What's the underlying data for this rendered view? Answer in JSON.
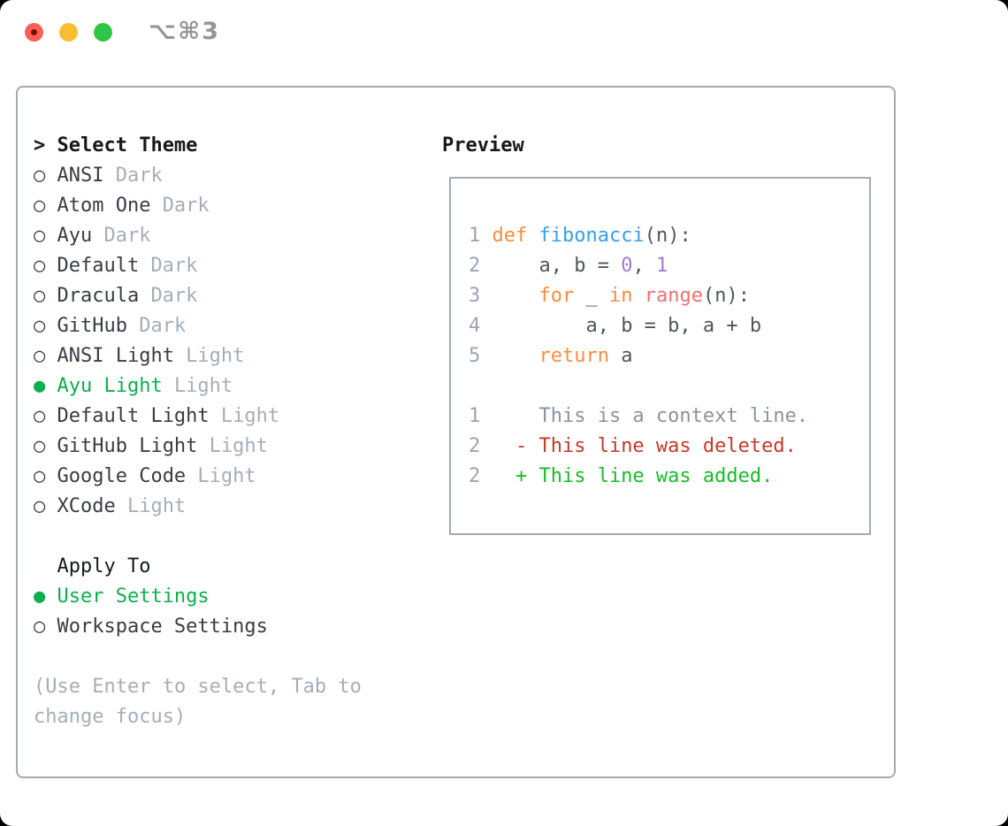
{
  "window": {
    "shortcut": "⌥⌘3"
  },
  "icons": {
    "cursor": ">",
    "radio_unselected": "○",
    "radio_selected": "●"
  },
  "colors": {
    "selection_green": "#0CAF4D",
    "added_green": "#1BBB29",
    "deleted_red": "#C23A28",
    "keyword_orange": "#FA8D3E",
    "function_blue": "#389EE6",
    "call_coral": "#F07171",
    "constant_purple": "#A37ACC",
    "muted_gray": "#A5AEB8",
    "border_gray": "#A2AAB4",
    "traffic_red": "#F95F57",
    "traffic_yellow": "#F9BD32",
    "traffic_green": "#2FC648"
  },
  "theme_picker": {
    "title": "Select Theme",
    "options": [
      {
        "name": "ANSI",
        "variant": "Dark",
        "selected": false
      },
      {
        "name": "Atom One",
        "variant": "Dark",
        "selected": false
      },
      {
        "name": "Ayu",
        "variant": "Dark",
        "selected": false
      },
      {
        "name": "Default",
        "variant": "Dark",
        "selected": false
      },
      {
        "name": "Dracula",
        "variant": "Dark",
        "selected": false
      },
      {
        "name": "GitHub",
        "variant": "Dark",
        "selected": false
      },
      {
        "name": "ANSI Light",
        "variant": "Light",
        "selected": false
      },
      {
        "name": "Ayu Light",
        "variant": "Light",
        "selected": true
      },
      {
        "name": "Default Light",
        "variant": "Light",
        "selected": false
      },
      {
        "name": "GitHub Light",
        "variant": "Light",
        "selected": false
      },
      {
        "name": "Google Code",
        "variant": "Light",
        "selected": false
      },
      {
        "name": "XCode",
        "variant": "Light",
        "selected": false
      }
    ],
    "apply_to": {
      "title": "Apply To",
      "options": [
        {
          "name": "User Settings",
          "selected": true
        },
        {
          "name": "Workspace Settings",
          "selected": false
        }
      ]
    },
    "hint_lines": [
      "(Use Enter to select, Tab to",
      "change focus)"
    ]
  },
  "preview": {
    "title": "Preview",
    "lines": [
      [
        {
          "c": "num",
          "t": "1"
        },
        {
          "c": "plain",
          "t": " "
        },
        {
          "c": "kw",
          "t": "def"
        },
        {
          "c": "plain",
          "t": " "
        },
        {
          "c": "fn",
          "t": "fibonacci"
        },
        {
          "c": "plain",
          "t": "(n):"
        }
      ],
      [
        {
          "c": "num",
          "t": "2"
        },
        {
          "c": "plain",
          "t": "     a, b = "
        },
        {
          "c": "const",
          "t": "0"
        },
        {
          "c": "plain",
          "t": ", "
        },
        {
          "c": "const",
          "t": "1"
        }
      ],
      [
        {
          "c": "num",
          "t": "3"
        },
        {
          "c": "plain",
          "t": "     "
        },
        {
          "c": "kw",
          "t": "for"
        },
        {
          "c": "plain",
          "t": " _ "
        },
        {
          "c": "kw",
          "t": "in"
        },
        {
          "c": "plain",
          "t": " "
        },
        {
          "c": "call",
          "t": "range"
        },
        {
          "c": "plain",
          "t": "(n):"
        }
      ],
      [
        {
          "c": "num",
          "t": "4"
        },
        {
          "c": "plain",
          "t": "         a, b = b, a + b"
        }
      ],
      [
        {
          "c": "num",
          "t": "5"
        },
        {
          "c": "plain",
          "t": "     "
        },
        {
          "c": "kw",
          "t": "return"
        },
        {
          "c": "plain",
          "t": " a"
        }
      ],
      [],
      [
        {
          "c": "num",
          "t": "1"
        },
        {
          "c": "ctx",
          "t": "     This is a context line."
        }
      ],
      [
        {
          "c": "num",
          "t": "2"
        },
        {
          "c": "del",
          "t": "   - This line was deleted."
        }
      ],
      [
        {
          "c": "num",
          "t": "2"
        },
        {
          "c": "add",
          "t": "   + This line was added."
        }
      ]
    ]
  }
}
